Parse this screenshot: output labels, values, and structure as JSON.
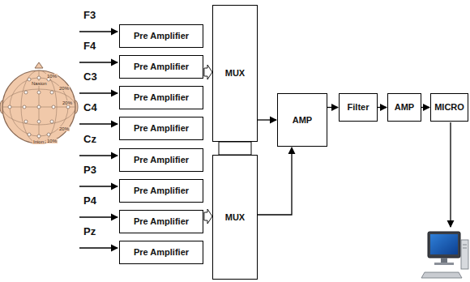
{
  "diagram": {
    "nodes": [
      {
        "text": [
          "Pre Amplifier"
        ]
      },
      {
        "text": [
          "Pre Amplifier"
        ]
      },
      {
        "text": [
          "Pre Amplifier"
        ]
      },
      {
        "text": [
          "Pre Amplifier"
        ]
      },
      {
        "text": [
          "Pre Amplifier"
        ]
      },
      {
        "text": [
          "Pre Amplifier"
        ]
      },
      {
        "text": [
          "Pre Amplifier"
        ]
      },
      {
        "text": [
          "Pre Amplifier"
        ]
      },
      {
        "text": [
          "MUX"
        ]
      },
      {
        "text": [
          "MUX"
        ]
      },
      {
        "text": [
          "AMP"
        ]
      },
      {
        "text": [
          "Filter"
        ]
      },
      {
        "text": [
          "AMP"
        ]
      },
      {
        "text": [
          "MICRO"
        ]
      }
    ],
    "edges": [
      {
        "from": 8,
        "to": 10,
        "arrow": "to"
      },
      {
        "from": 9,
        "to": 10,
        "arrow": "to"
      },
      {
        "from": 10,
        "to": 11,
        "arrow": "to"
      },
      {
        "from": 11,
        "to": 12,
        "arrow": "to"
      },
      {
        "from": 12,
        "to": 13,
        "arrow": "to"
      }
    ],
    "labels": [
      "F3",
      "F4",
      "C3",
      "C4",
      "Cz",
      "P3",
      "P4",
      "Pz",
      "Nasion",
      "10%",
      "20%",
      "20%",
      "20%",
      "10%",
      "Inion"
    ]
  }
}
